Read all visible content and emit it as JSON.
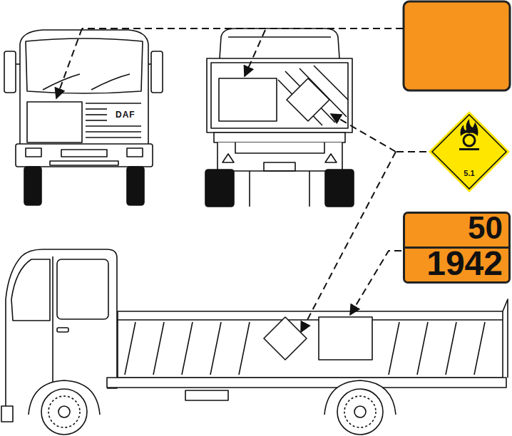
{
  "diagram": {
    "nodes": [
      {
        "text": [
          "5.1"
        ]
      },
      {
        "text": [
          "50",
          "1942"
        ]
      }
    ],
    "labels": [
      "DAF"
    ]
  }
}
